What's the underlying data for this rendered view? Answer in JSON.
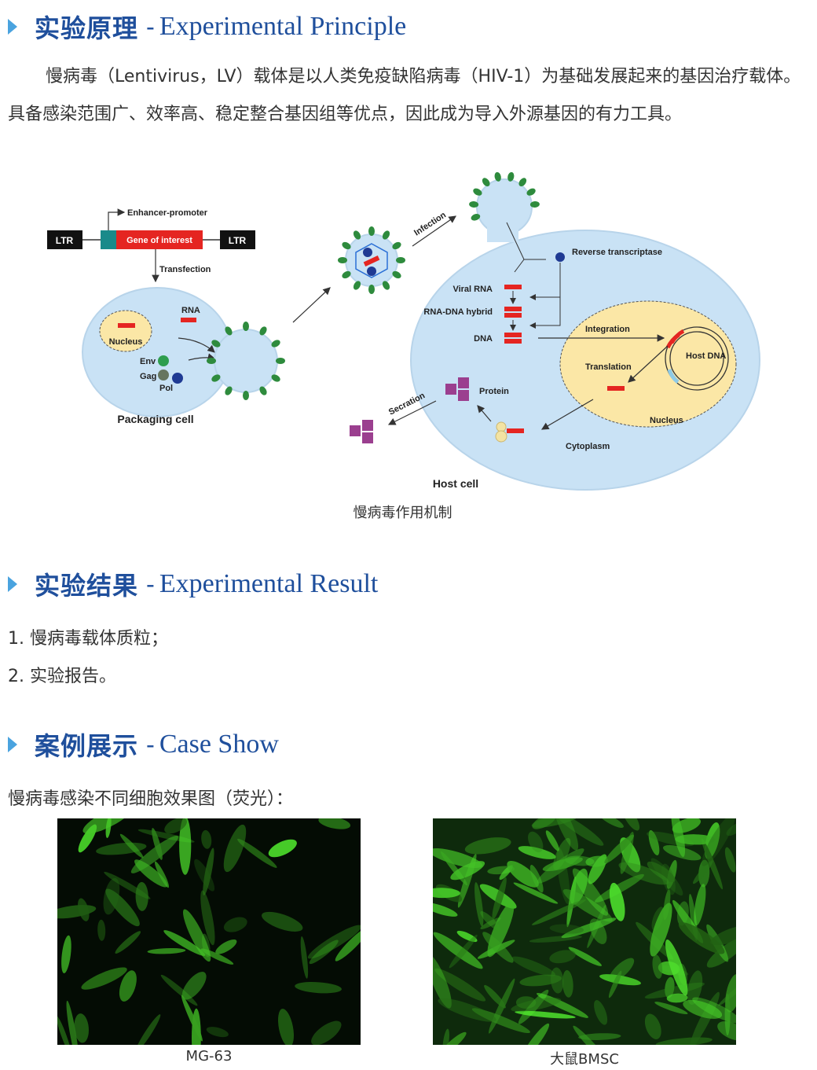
{
  "principle": {
    "heading_cn": "实验原理",
    "heading_dash": "-",
    "heading_en": "Experimental Principle",
    "paragraph": "慢病毒（Lentivirus，LV）载体是以人类免疫缺陷病毒（HIV-1）为基础发展起来的基因治疗载体。具备感染范围广、效率高、稳定整合基因组等优点，因此成为导入外源基因的有力工具。"
  },
  "diagram": {
    "caption": "慢病毒作用机制",
    "labels": {
      "enhancer_promoter": "Enhancer-promoter",
      "ltr_left": "LTR",
      "gene_of_interest": "Gene of interest",
      "ltr_right": "LTR",
      "transfection": "Transfection",
      "rna": "RNA",
      "nucleus_packaging": "Nucleus",
      "env": "Env",
      "gag": "Gag",
      "pol": "Pol",
      "packaging_cell": "Packaging cell",
      "infection": "Infection",
      "reverse_transcriptase": "Reverse transcriptase",
      "viral_rna": "Viral RNA",
      "rna_dna_hybrid": "RNA-DNA hybrid",
      "dna": "DNA",
      "integration": "Integration",
      "host_dna": "Host DNA",
      "translation": "Translation",
      "protein": "Protein",
      "secration": "Secration",
      "nucleus_host": "Nucleus",
      "cytoplasm": "Cytoplasm",
      "host_cell": "Host cell"
    },
    "colors": {
      "cell_fill": "#c9e2f5",
      "nucleus_fill": "#fbe7a6",
      "gene_red": "#e52521",
      "teal": "#1a8a8a",
      "spike_green": "#2e8b3d",
      "protein_purple": "#9b3f8f"
    }
  },
  "result": {
    "heading_cn": "实验结果",
    "heading_dash": "-",
    "heading_en": "Experimental Result",
    "items": [
      "1. 慢病毒载体质粒；",
      "2. 实验报告。"
    ]
  },
  "case": {
    "heading_cn": "案例展示",
    "heading_dash": "-",
    "heading_en": "Case Show",
    "intro": "慢病毒感染不同细胞效果图（荧光）：",
    "photos": [
      {
        "caption": "MG-63"
      },
      {
        "caption": "大鼠BMSC"
      }
    ]
  }
}
